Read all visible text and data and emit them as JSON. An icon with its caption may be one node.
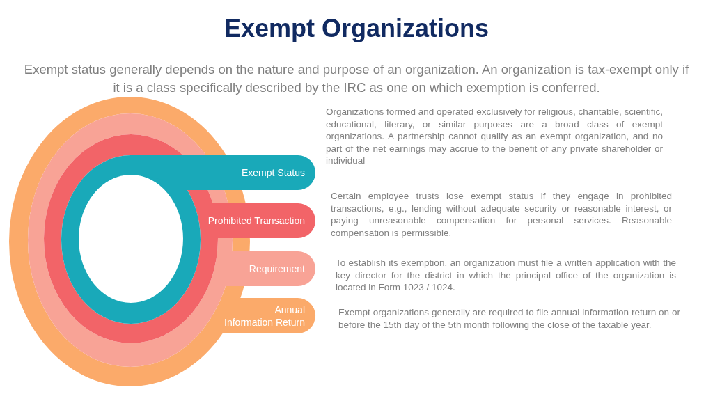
{
  "diagram": {
    "title": "Exempt Organizations",
    "nodes": [
      {
        "text": [
          "Exempt Status"
        ],
        "beside": [
          "Organizations formed and operated exclusively for religious, charitable, scientific, educational, literary, or similar purposes are a broad class of exempt organizations. A partnership cannot qualify as an exempt organization, and no part of the net earnings may accrue to the benefit of any private shareholder or individual"
        ]
      },
      {
        "text": [
          "Prohibited Transaction"
        ],
        "beside": [
          "Certain employee trusts lose exempt status if they engage in prohibited transactions, e.g., lending without adequate security or reasonable interest, or paying unreasonable compensation for personal services. Reasonable compensation is permissible."
        ]
      },
      {
        "text": [
          "Requirement"
        ],
        "beside": [
          "To establish its exemption, an organization must file a written application with the key director for the district in which the principal office of the organization is located in Form 1023 / 1024."
        ]
      },
      {
        "text": [
          "Annual Information Return"
        ],
        "beside": [
          "Exempt organizations generally are required to file annual information return on or before the 15th day of the 5th month following the close of the taxable year."
        ]
      }
    ],
    "labels": [
      "Exempt status generally depends on the nature and purpose of an organization. An organization is tax-exempt only if it is a class specifically described by the IRC as one on which exemption is conferred."
    ]
  }
}
